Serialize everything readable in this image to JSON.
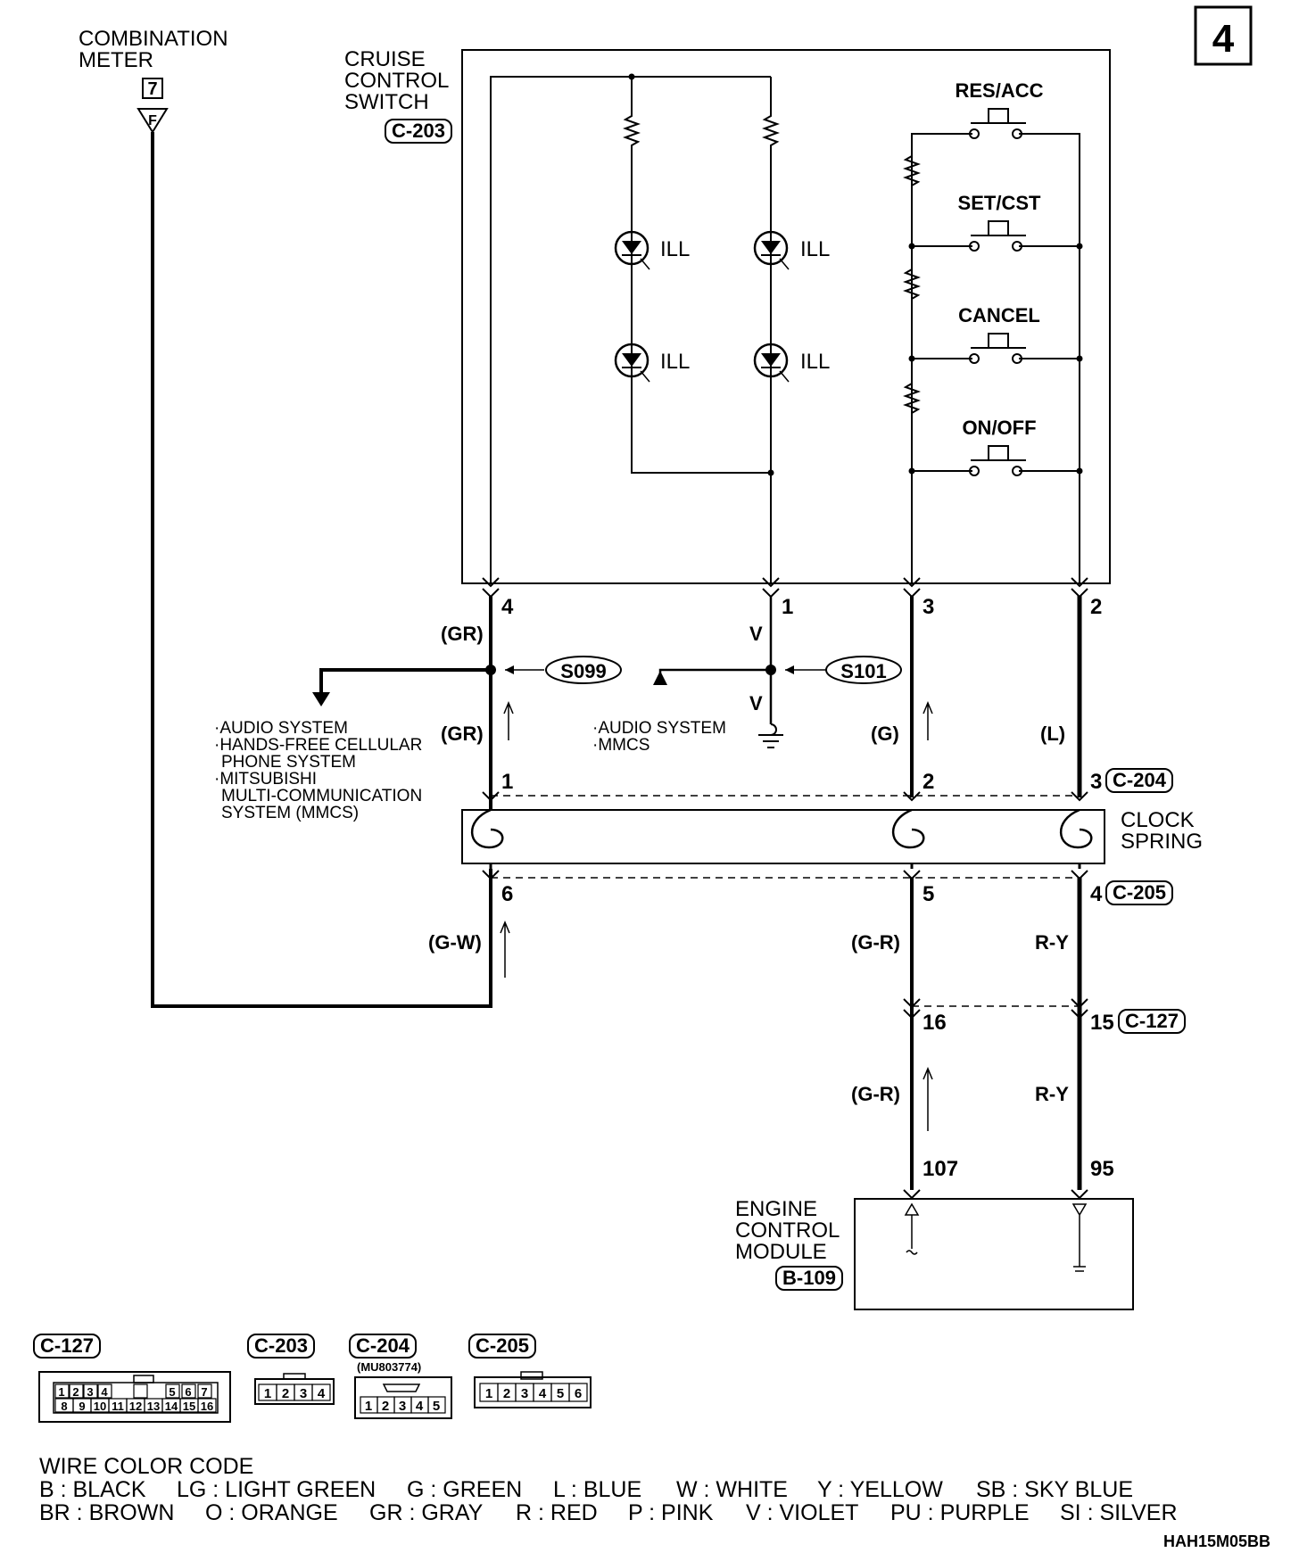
{
  "page_number": "4",
  "combination_meter": {
    "title_1": "COMBINATION",
    "title_2": "METER",
    "connector_num": "7",
    "terminal": "F"
  },
  "cruise_switch": {
    "title_1": "CRUISE",
    "title_2": "CONTROL",
    "title_3": "SWITCH",
    "connector": "C-203",
    "lamp_label": "ILL",
    "switches": [
      "RES/ACC",
      "SET/CST",
      "CANCEL",
      "ON/OFF"
    ]
  },
  "pins_top": [
    "4",
    "1",
    "3",
    "2"
  ],
  "wires_top": {
    "p4": "(GR)",
    "p1": "V",
    "p1_lower": "V",
    "p4_lower": "(GR)",
    "p3": "(G)",
    "p2": "(L)"
  },
  "splices": {
    "left": "S099",
    "right": "S101"
  },
  "notes_left": [
    "·AUDIO SYSTEM",
    "·HANDS-FREE CELLULAR",
    "PHONE SYSTEM",
    "·MITSUBISHI",
    "MULTI-COMMUNICATION",
    "SYSTEM (MMCS)"
  ],
  "notes_mid": [
    "·AUDIO SYSTEM",
    "·MMCS"
  ],
  "clock_spring": {
    "title_1": "CLOCK",
    "title_2": "SPRING",
    "top_pins": [
      "1",
      "2",
      "3"
    ],
    "top_connector": "C-204",
    "bottom_pins": [
      "6",
      "5",
      "4"
    ],
    "bottom_connector": "C-205"
  },
  "lower_wires": {
    "left": "(G-W)",
    "mid": "(G-R)",
    "right": "R-Y",
    "mid2": "(G-R)",
    "right2": "R-Y"
  },
  "c127": {
    "pin_mid": "16",
    "pin_right": "15",
    "connector": "C-127"
  },
  "ecm": {
    "title_1": "ENGINE",
    "title_2": "CONTROL",
    "title_3": "MODULE",
    "connector": "B-109",
    "pin_left": "107",
    "pin_right": "95"
  },
  "connector_views": [
    {
      "name": "C-127",
      "row1": [
        "1",
        "2",
        "3",
        "4",
        "",
        "5",
        "6",
        "7"
      ],
      "row2": [
        "8",
        "9",
        "10",
        "11",
        "12",
        "13",
        "14",
        "15",
        "16"
      ]
    },
    {
      "name": "C-203",
      "row1": [
        "1",
        "2",
        "3",
        "4"
      ]
    },
    {
      "name": "C-204",
      "part": "(MU803774)",
      "row1": [
        "1",
        "2",
        "3",
        "4",
        "5"
      ]
    },
    {
      "name": "C-205",
      "row1": [
        "1",
        "2",
        "3",
        "4",
        "5",
        "6"
      ]
    }
  ],
  "wire_color_code": {
    "title": "WIRE COLOR CODE",
    "row1": [
      "B : BLACK",
      "LG : LIGHT GREEN",
      "G : GREEN",
      "L : BLUE",
      "W : WHITE",
      "Y : YELLOW",
      "SB : SKY BLUE"
    ],
    "row2": [
      "BR : BROWN",
      "O : ORANGE",
      "GR : GRAY",
      "R : RED",
      "P : PINK",
      "V : VIOLET",
      "PU : PURPLE",
      "SI : SILVER"
    ]
  },
  "doc_code": "HAH15M05BB"
}
